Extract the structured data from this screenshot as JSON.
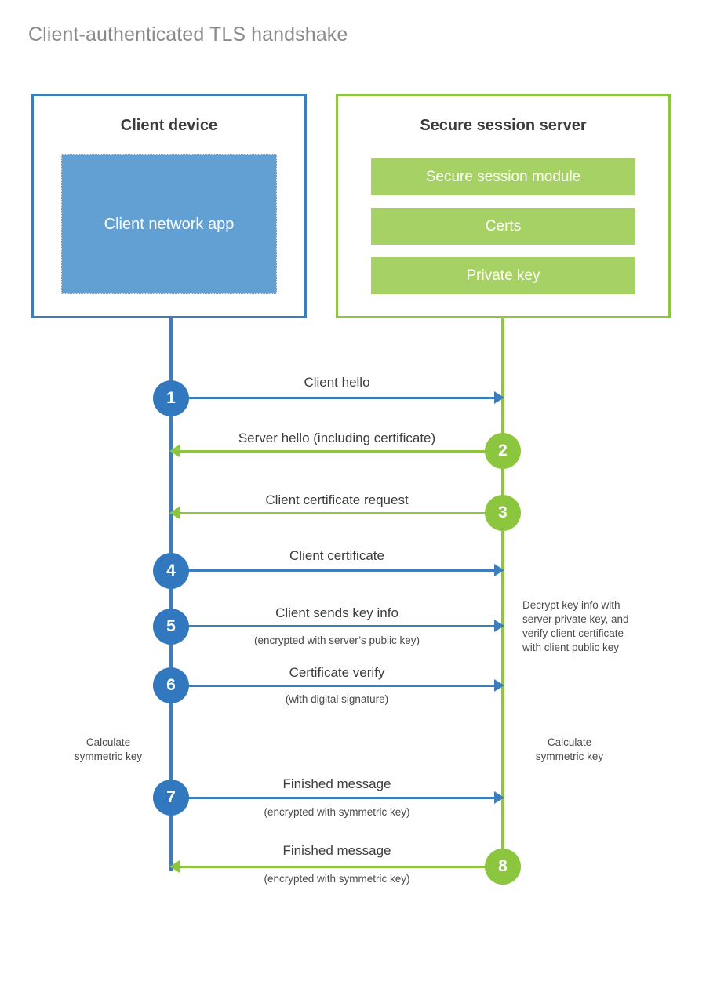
{
  "title": "Client-authenticated TLS handshake",
  "colors": {
    "client_blue": "#3c7ebb",
    "client_badge_blue": "#3178be",
    "client_app_fill": "#62a0d4",
    "server_green": "#8cc63f",
    "server_bar_fill": "#a6d164",
    "title_gray": "#8a8a8a",
    "text_dark": "#3c3c3c",
    "background": "#ffffff"
  },
  "participants": {
    "client": {
      "title": "Client device",
      "blocks": [
        {
          "label": "Client network app"
        }
      ]
    },
    "server": {
      "title": "Secure session server",
      "blocks": [
        {
          "label": "Secure session module"
        },
        {
          "label": "Certs"
        },
        {
          "label": "Private key"
        }
      ]
    }
  },
  "steps": [
    {
      "number": "1",
      "label": "Client hello",
      "sublabel": "",
      "direction": "client-to-server",
      "color": "blue"
    },
    {
      "number": "2",
      "label": "Server hello (including certificate)",
      "sublabel": "",
      "direction": "server-to-client",
      "color": "green"
    },
    {
      "number": "3",
      "label": "Client certificate request",
      "sublabel": "",
      "direction": "server-to-client",
      "color": "green"
    },
    {
      "number": "4",
      "label": "Client certificate",
      "sublabel": "",
      "direction": "client-to-server",
      "color": "blue"
    },
    {
      "number": "5",
      "label": "Client sends key info",
      "sublabel": "(encrypted with server’s public key)",
      "direction": "client-to-server",
      "color": "blue"
    },
    {
      "number": "6",
      "label": "Certificate verify",
      "sublabel": "(with digital signature)",
      "direction": "client-to-server",
      "color": "blue"
    },
    {
      "number": "7",
      "label": "Finished message",
      "sublabel": "(encrypted with symmetric key)",
      "direction": "client-to-server",
      "color": "blue"
    },
    {
      "number": "8",
      "label": "Finished message",
      "sublabel": "(encrypted with symmetric key)",
      "direction": "server-to-client",
      "color": "green"
    }
  ],
  "notes": {
    "server_decrypt": "Decrypt key info with server private key, and verify client certificate with client public key",
    "client_calculate": "Calculate\nsymmetric key",
    "server_calculate": "Calculate\nsymmetric key",
    "client_calculate_line1": "Calculate",
    "client_calculate_line2": "symmetric key",
    "server_calculate_line1": "Calculate",
    "server_calculate_line2": "symmetric key",
    "server_decrypt_line1": "Decrypt key info with",
    "server_decrypt_line2": "server private key, and",
    "server_decrypt_line3": "verify client certificate",
    "server_decrypt_line4": "with client public key"
  }
}
